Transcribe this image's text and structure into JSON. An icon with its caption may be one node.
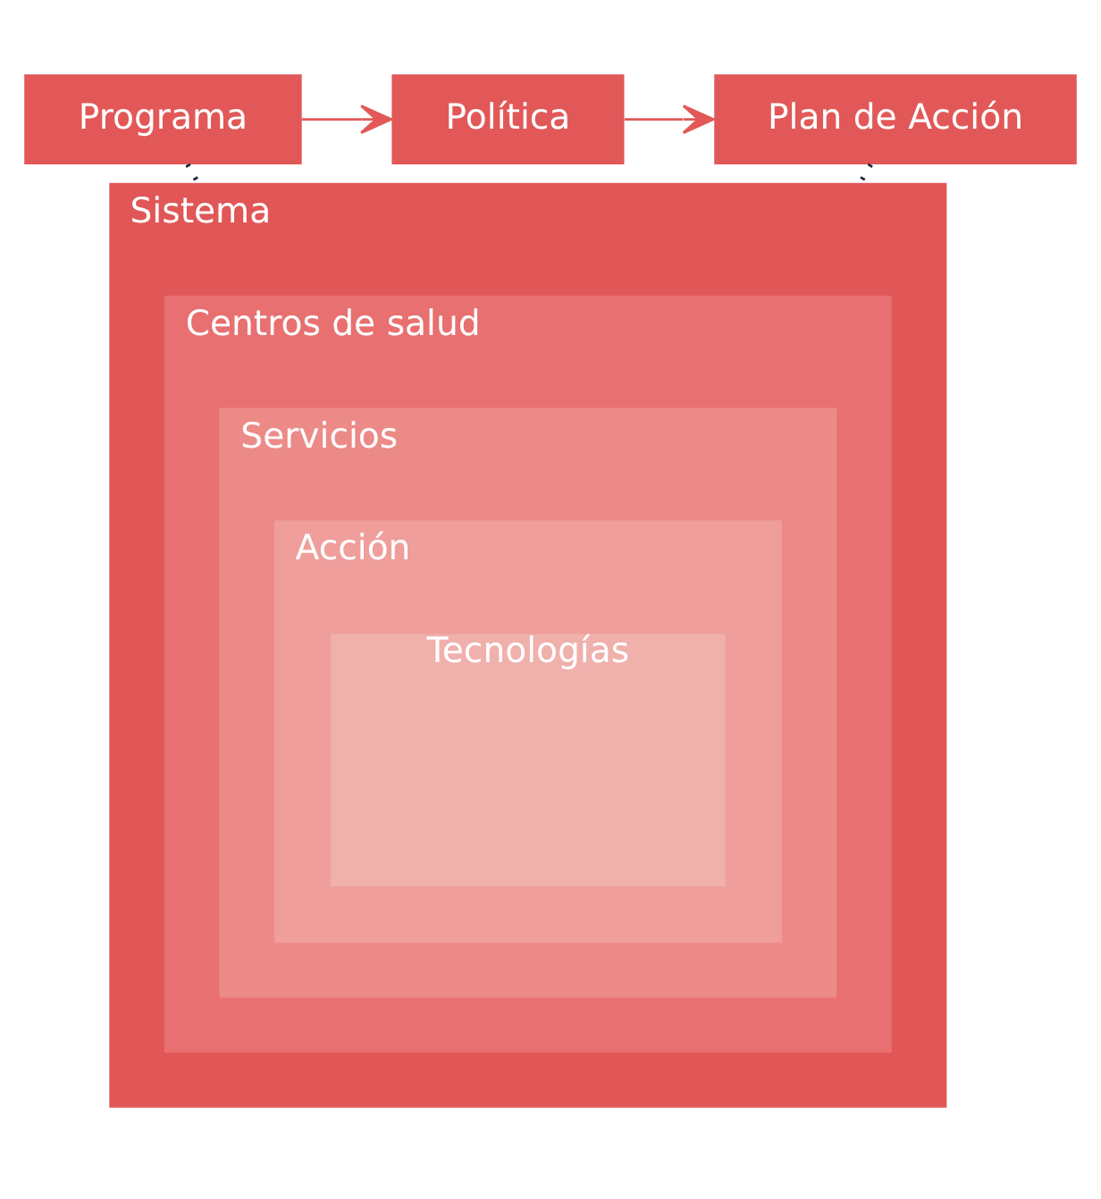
{
  "diagram": {
    "nodes": [
      {
        "text": [
          "Programa"
        ]
      },
      {
        "text": [
          "Política"
        ]
      },
      {
        "text": [
          "Plan de Acción"
        ]
      },
      {
        "text": [
          "Sistema"
        ]
      },
      {
        "text": [
          "Centros de salud"
        ],
        "in": 3
      },
      {
        "text": [
          "Servicios"
        ],
        "in": 4
      },
      {
        "text": [
          "Acción"
        ],
        "in": 5
      },
      {
        "text": [
          "Tecnologías"
        ],
        "in": 6
      }
    ],
    "edges": [
      {
        "from": 0,
        "to": 1,
        "arrow": "to"
      },
      {
        "from": 1,
        "to": 2,
        "arrow": "to"
      },
      {
        "from": 0,
        "to": 3,
        "arrow": "none",
        "style": "dashed",
        "color": "#1f2a44"
      },
      {
        "from": 2,
        "to": 3,
        "arrow": "none",
        "style": "dashed",
        "color": "#1f2a44"
      }
    ]
  }
}
